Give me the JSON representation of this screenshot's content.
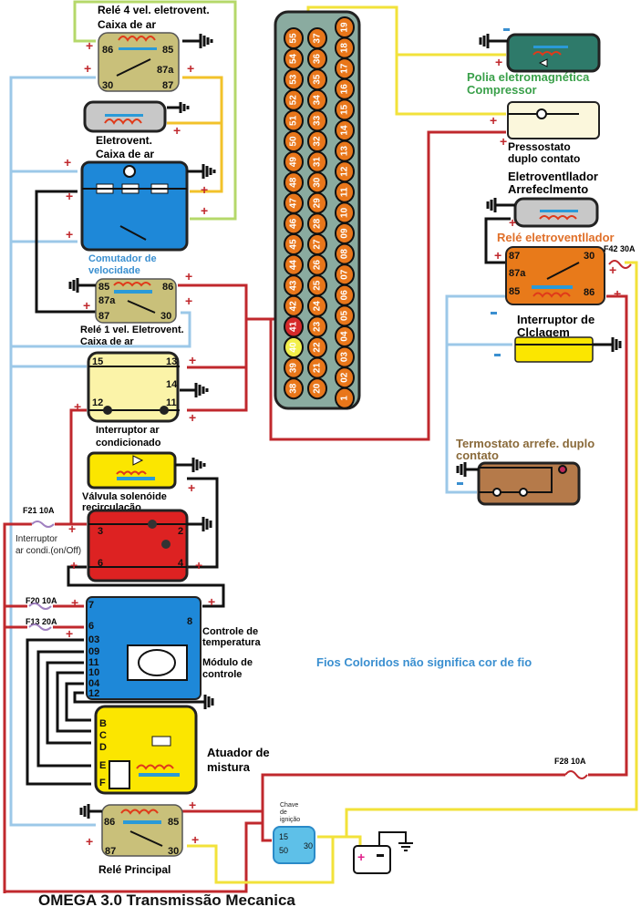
{
  "title": "OMEGA 3.0 Transmissão Mecanica",
  "note": "Fios Coloridos não significa cor de fio",
  "colors": {
    "wire_red": "#c0282d",
    "wire_yellow": "#f2e23a",
    "wire_lightblue": "#9cc8e8",
    "wire_lightgreen": "#b5d86a",
    "wire_black": "#111111",
    "relay_khaki": "#c9c07a",
    "module_blue": "#1e88d8",
    "connector_gray": "#8aaba0",
    "pin_orange": "#e8761a",
    "note_blue": "#3a8fd0",
    "compressor_green": "#3aa04a",
    "orange_relay_label": "#e0702a",
    "thermo_brown": "#8a6a3a"
  },
  "components": {
    "rele4": {
      "title1": "Relé 4 vel. eletrovent.",
      "title2": "Caixa de ar",
      "pins": [
        "86",
        "85",
        "87a",
        "30",
        "87"
      ]
    },
    "eletrovent": {
      "title1": "Eletrovent.",
      "title2": "Caixa de ar"
    },
    "comutador": {
      "title1": "Comutador de",
      "title2": "velocidade"
    },
    "rele1": {
      "title1": "Relé 1 vel. Eletrovent.",
      "title2": "Caixa de ar",
      "pins": [
        "85",
        "86",
        "87a",
        "87",
        "30"
      ]
    },
    "interruptor_ac": {
      "title1": "Interruptor ar",
      "title2": "condicionado",
      "pins": [
        "15",
        "13",
        "14",
        "12",
        "11"
      ]
    },
    "valvula": {
      "title1": "Válvula solenóide",
      "title2": "recirculação"
    },
    "red_switch": {
      "pins": [
        "3",
        "2",
        "6",
        "4"
      ],
      "label1": "Interruptor",
      "label2": "ar condi.(on/Off)"
    },
    "fuse_f21": "F21 10A",
    "fuse_f20": "F20 10A",
    "fuse_f13": "F13 20A",
    "fuse_f42": "F42 30A",
    "fuse_f28": "F28 10A",
    "controle": {
      "title1": "Controle de",
      "title2": "temperatura",
      "title3": "Módulo de",
      "title4": "controle",
      "pins": [
        "7",
        "6",
        "8",
        "03",
        "09",
        "11",
        "10",
        "04",
        "12"
      ]
    },
    "atuador": {
      "title1": "Atuador de",
      "title2": "mistura",
      "pins": [
        "B",
        "C",
        "D",
        "E",
        "F"
      ]
    },
    "rele_principal": {
      "title": "Relé Principal",
      "pins": [
        "86",
        "85",
        "87",
        "30"
      ]
    },
    "chave": {
      "title1": "Chave",
      "title2": "de",
      "title3": "ignição",
      "pins": [
        "15",
        "30",
        "50"
      ]
    },
    "polia": {
      "title1": "Polia eletromagnética",
      "title2": "Compressor"
    },
    "pressostato": {
      "title1": "Pressostato",
      "title2": "duplo contato"
    },
    "eletroventilador": {
      "title1": "Eletroventllador",
      "title2": "Arrefeclmento"
    },
    "rele_eletro": {
      "title": "Relé eletroventllador",
      "pins": [
        "87",
        "30",
        "87a",
        "85",
        "86"
      ]
    },
    "ciclagem": {
      "title1": "Interruptor de",
      "title2": "Clclagem"
    },
    "termostato": {
      "title1": "Termostato arrefe. duplo",
      "title2": "contato"
    }
  },
  "connector": {
    "col1": [
      "55",
      "54",
      "53",
      "52",
      "51",
      "50",
      "49",
      "48",
      "47",
      "46",
      "45",
      "44",
      "43",
      "42",
      "41",
      "40",
      "39",
      "38"
    ],
    "col2": [
      "37",
      "36",
      "35",
      "34",
      "33",
      "32",
      "31",
      "30",
      "29",
      "28",
      "27",
      "26",
      "25",
      "24",
      "23",
      "22",
      "21",
      "20"
    ],
    "col3": [
      "19",
      "18",
      "17",
      "16",
      "15",
      "14",
      "13",
      "12",
      "11",
      "10",
      "09",
      "08",
      "07",
      "06",
      "05",
      "04",
      "03",
      "02",
      "1"
    ],
    "highlight_red": "41",
    "highlight_yellow": "40"
  },
  "symbols": {
    "plus": "+",
    "minus": "-"
  }
}
